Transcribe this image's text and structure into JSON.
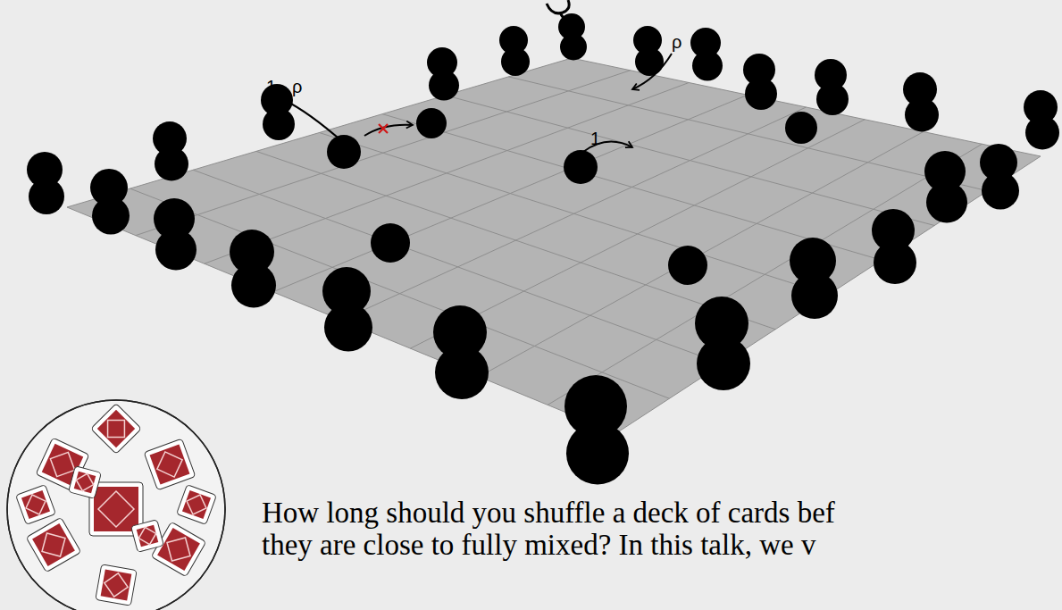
{
  "diagram": {
    "labels": [
      "1 - ρ",
      "ρ",
      "1",
      "How long should you shuffle a deck of cards bef",
      "they are close to fully mixed? In this talk, we v"
    ]
  }
}
